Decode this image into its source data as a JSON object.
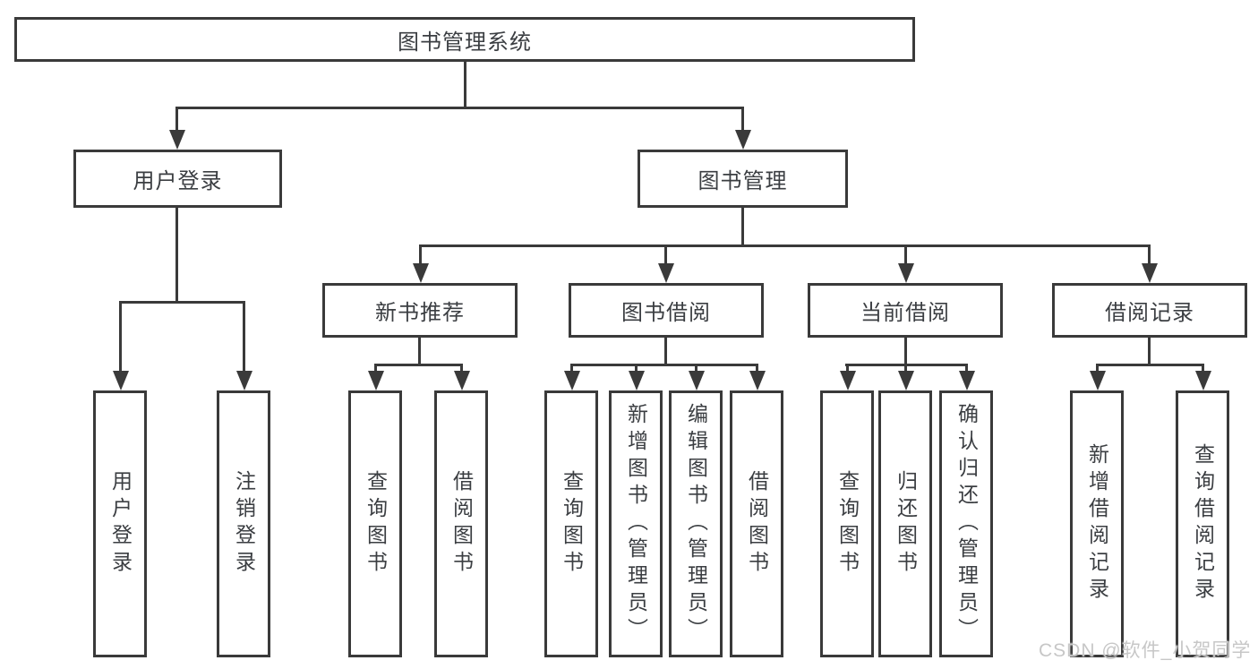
{
  "tree": {
    "label": "图书管理系统",
    "children": [
      {
        "label": "用户登录",
        "children": [
          {
            "label": "用户登录"
          },
          {
            "label": "注销登录"
          }
        ]
      },
      {
        "label": "图书管理",
        "children": [
          {
            "label": "新书推荐",
            "children": [
              {
                "label": "查询图书"
              },
              {
                "label": "借阅图书"
              }
            ]
          },
          {
            "label": "图书借阅",
            "children": [
              {
                "label": "查询图书"
              },
              {
                "label": "新增图书（管理员）"
              },
              {
                "label": "编辑图书（管理员）"
              },
              {
                "label": "借阅图书"
              }
            ]
          },
          {
            "label": "当前借阅",
            "children": [
              {
                "label": "查询图书"
              },
              {
                "label": "归还图书"
              },
              {
                "label": "确认归还（管理员）"
              }
            ]
          },
          {
            "label": "借阅记录",
            "children": [
              {
                "label": "新增借阅记录"
              },
              {
                "label": "查询借阅记录"
              }
            ]
          }
        ]
      }
    ]
  },
  "watermark": {
    "text": "CSDN @软件_小贺同学"
  },
  "colors": {
    "line": "#3a3a3a",
    "text": "#3b3e42",
    "watermark": "#c7c7c7",
    "background": "#ffffff"
  }
}
